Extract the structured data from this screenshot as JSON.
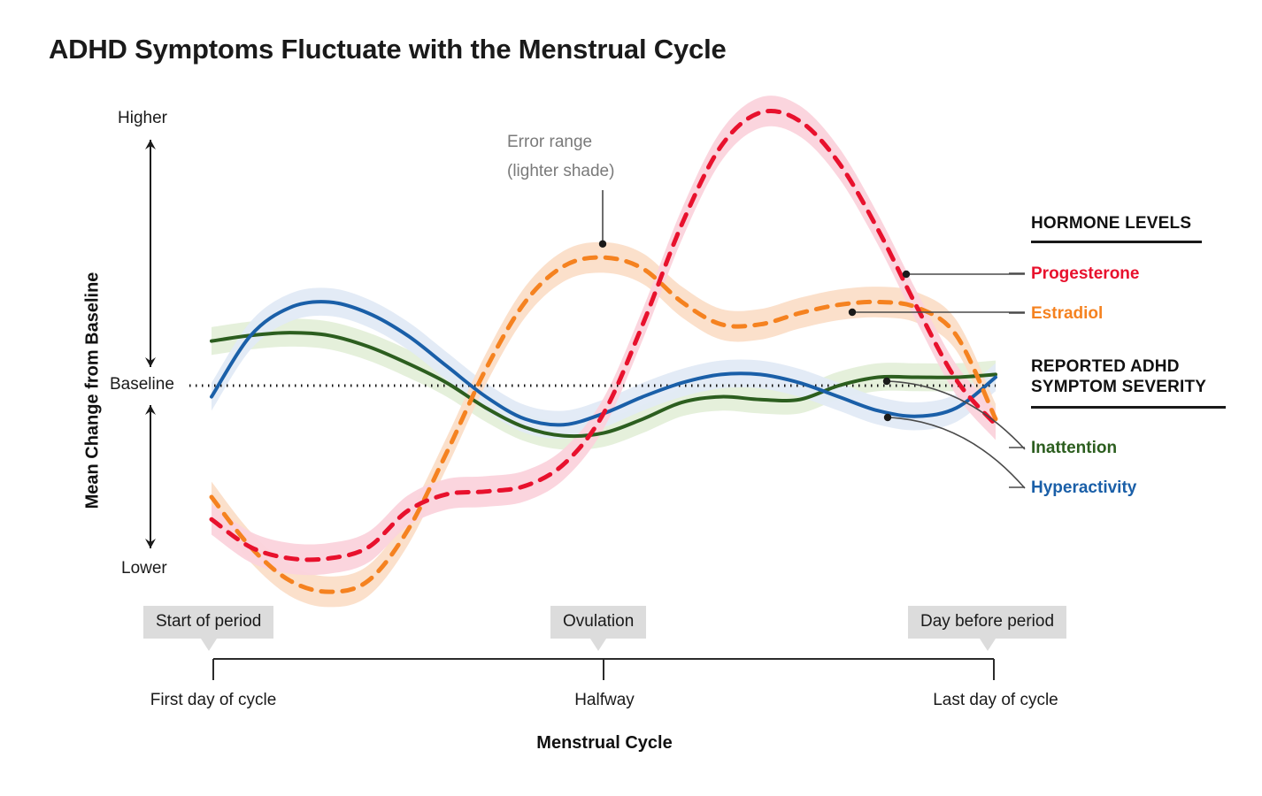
{
  "title": "ADHD Symptoms Fluctuate with the Menstrual Cycle",
  "axes": {
    "y_title": "Mean Change from Baseline",
    "y_top": "Higher",
    "y_mid": "Baseline",
    "y_bottom": "Lower",
    "x_title": "Menstrual Cycle",
    "x_ticks": [
      "First day of cycle",
      "Halfway",
      "Last day of cycle"
    ],
    "x_callouts": [
      "Start of period",
      "Ovulation",
      "Day before period"
    ]
  },
  "annotation": {
    "line1": "Error range",
    "line2": "(lighter shade)"
  },
  "legend": {
    "group1_title": "HORMONE LEVELS",
    "group2_title_line1": "REPORTED ADHD",
    "group2_title_line2": "SYMPTOM SEVERITY",
    "items": [
      {
        "label": "Progesterone",
        "color": "#E8112D"
      },
      {
        "label": "Estradiol",
        "color": "#F58220"
      },
      {
        "label": "Inattention",
        "color": "#2C5E1F"
      },
      {
        "label": "Hyperactivity",
        "color": "#1A5FA8"
      }
    ]
  },
  "colors": {
    "progesterone": "#E8112D",
    "progesterone_band": "#FBD3DC",
    "estradiol": "#F58220",
    "estradiol_band": "#FBDEC8",
    "inattention": "#2C5E1F",
    "inattention_band": "#E4EFD9",
    "hyperactivity": "#1A5FA8",
    "hyperactivity_band": "#E1EAF6",
    "baseline": "#111111",
    "annotation": "#7a7a7a",
    "pill": "#DCDCDC"
  },
  "chart_data": {
    "type": "line",
    "title": "ADHD Symptoms Fluctuate with the Menstrual Cycle",
    "xlabel": "Menstrual Cycle",
    "ylabel": "Mean Change from Baseline",
    "grid": false,
    "legend_position": "right",
    "x": [
      0,
      5,
      10,
      15,
      20,
      25,
      30,
      35,
      40,
      45,
      50,
      55,
      60,
      65,
      70,
      75,
      80,
      85,
      90,
      95,
      100
    ],
    "x_tick_positions": [
      0,
      50,
      100
    ],
    "x_tick_labels": [
      "First day of cycle",
      "Halfway",
      "Last day of cycle"
    ],
    "x_annotations": [
      {
        "at": 0,
        "label": "Start of period"
      },
      {
        "at": 50,
        "label": "Ovulation"
      },
      {
        "at": 100,
        "label": "Day before period"
      }
    ],
    "ylim": [
      -1.0,
      1.0
    ],
    "y_tick_positions": [
      1.0,
      0.0,
      -1.0
    ],
    "y_tick_labels": [
      "Higher",
      "Baseline",
      "Lower"
    ],
    "baseline_value": 0.0,
    "series": [
      {
        "name": "Progesterone",
        "color": "#E8112D",
        "style": "dashed",
        "band_color": "#FBD3DC",
        "values": [
          -0.48,
          -0.58,
          -0.62,
          -0.62,
          -0.58,
          -0.45,
          -0.39,
          -0.38,
          -0.36,
          -0.28,
          -0.1,
          0.22,
          0.58,
          0.86,
          0.98,
          0.95,
          0.8,
          0.56,
          0.28,
          0.02,
          -0.14
        ],
        "band_half_width": 0.055,
        "callout_at": 80,
        "callout_label": "Progesterone"
      },
      {
        "name": "Estradiol",
        "color": "#F58220",
        "style": "dashed",
        "band_color": "#FBDEC8",
        "values": [
          -0.4,
          -0.58,
          -0.7,
          -0.74,
          -0.7,
          -0.52,
          -0.24,
          0.06,
          0.3,
          0.43,
          0.46,
          0.42,
          0.3,
          0.22,
          0.22,
          0.26,
          0.29,
          0.3,
          0.28,
          0.18,
          -0.12
        ],
        "band_half_width": 0.055,
        "callout_at": 73,
        "callout_label": "Estradiol"
      },
      {
        "name": "Inattention",
        "color": "#2C5E1F",
        "style": "solid",
        "band_color": "#E4EFD9",
        "values": [
          0.16,
          0.18,
          0.19,
          0.18,
          0.14,
          0.08,
          0.01,
          -0.08,
          -0.15,
          -0.18,
          -0.17,
          -0.12,
          -0.06,
          -0.04,
          -0.05,
          -0.05,
          0.0,
          0.03,
          0.03,
          0.03,
          0.04
        ],
        "band_half_width": 0.05,
        "callout_at": 80,
        "callout_label": "Inattention"
      },
      {
        "name": "Hyperactivity",
        "color": "#1A5FA8",
        "style": "solid",
        "band_color": "#E1EAF6",
        "values": [
          -0.04,
          0.18,
          0.28,
          0.3,
          0.26,
          0.18,
          0.07,
          -0.04,
          -0.12,
          -0.14,
          -0.1,
          -0.04,
          0.01,
          0.04,
          0.04,
          0.01,
          -0.04,
          -0.09,
          -0.11,
          -0.08,
          0.03
        ],
        "band_half_width": 0.05,
        "callout_at": 81,
        "callout_label": "Hyperactivity"
      }
    ],
    "annotations": [
      {
        "text": "Error range (lighter shade)",
        "points_to_series": "Estradiol",
        "points_to_x": 48
      }
    ]
  }
}
